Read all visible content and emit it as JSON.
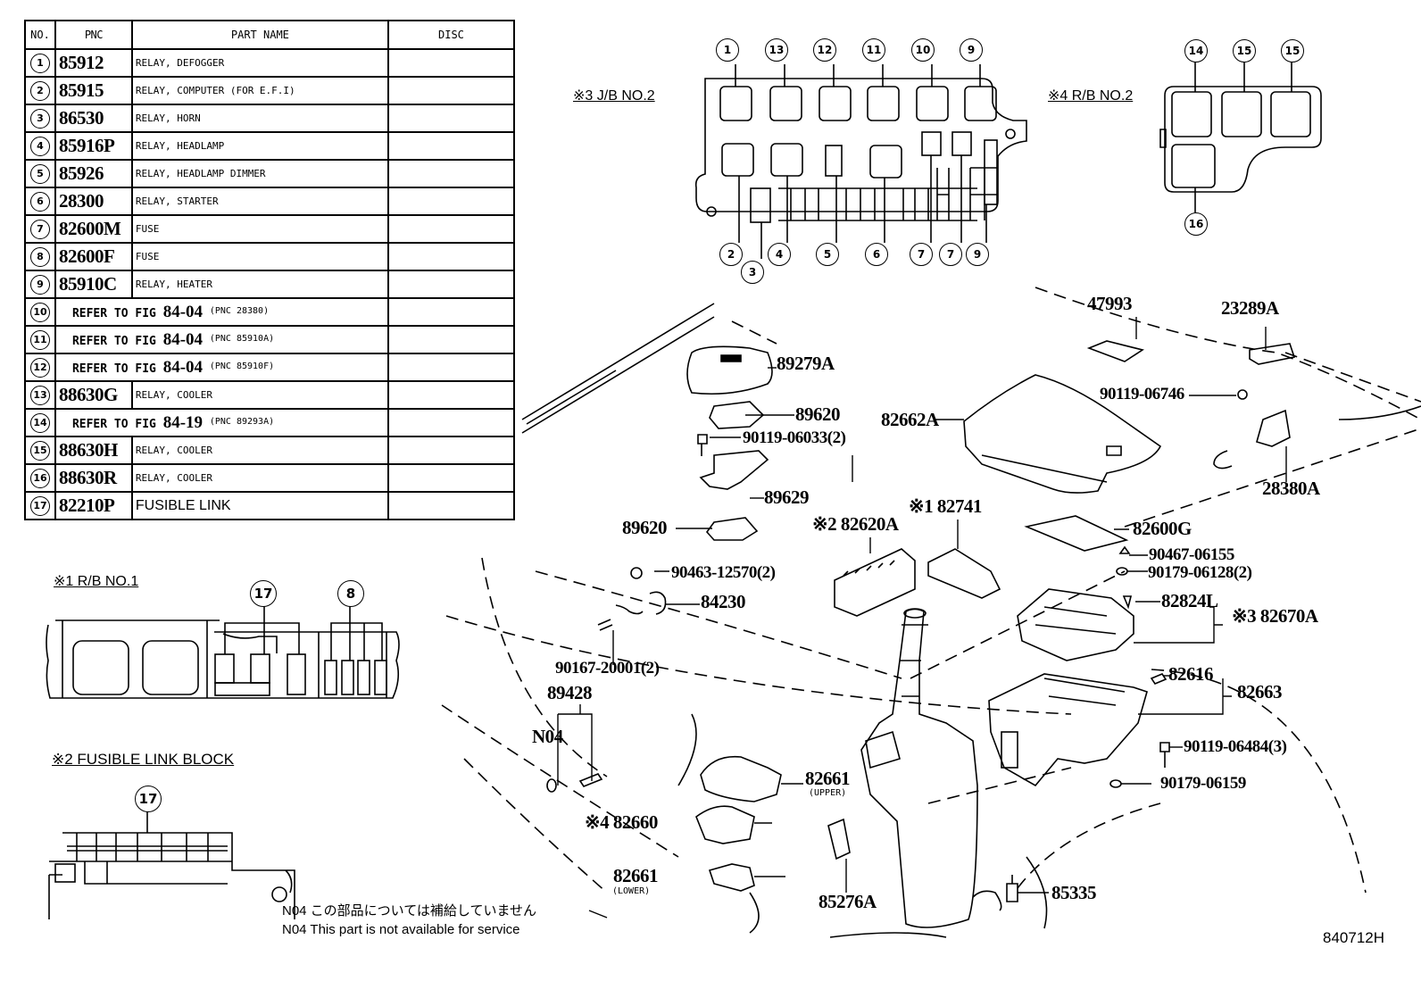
{
  "table": {
    "headers": {
      "no": "NO.",
      "pnc": "PNC",
      "part_name": "PART NAME",
      "disc": "DISC"
    },
    "rows": [
      {
        "no": "1",
        "pnc": "85912",
        "name": "RELAY, DEFOGGER",
        "disc": ""
      },
      {
        "no": "2",
        "pnc": "85915",
        "name": "RELAY, COMPUTER (FOR E.F.I)",
        "disc": ""
      },
      {
        "no": "3",
        "pnc": "86530",
        "name": "RELAY, HORN",
        "disc": ""
      },
      {
        "no": "4",
        "pnc": "85916P",
        "name": "RELAY, HEADLAMP",
        "disc": ""
      },
      {
        "no": "5",
        "pnc": "85926",
        "name": "RELAY, HEADLAMP DIMMER",
        "disc": ""
      },
      {
        "no": "6",
        "pnc": "28300",
        "name": "RELAY, STARTER",
        "disc": ""
      },
      {
        "no": "7",
        "pnc": "82600M",
        "name": "FUSE",
        "disc": ""
      },
      {
        "no": "8",
        "pnc": "82600F",
        "name": "FUSE",
        "disc": ""
      },
      {
        "no": "9",
        "pnc": "85910C",
        "name": "RELAY, HEATER",
        "disc": ""
      },
      {
        "no": "10",
        "refer": "REFER TO FIG",
        "fig": "84-04",
        "ref_pnc": "(PNC 28380)",
        "disc": ""
      },
      {
        "no": "11",
        "refer": "REFER TO FIG",
        "fig": "84-04",
        "ref_pnc": "(PNC 85910A)",
        "disc": ""
      },
      {
        "no": "12",
        "refer": "REFER TO FIG",
        "fig": "84-04",
        "ref_pnc": "(PNC 85910F)",
        "disc": ""
      },
      {
        "no": "13",
        "pnc": "88630G",
        "name": "RELAY, COOLER",
        "disc": ""
      },
      {
        "no": "14",
        "refer": "REFER TO FIG",
        "fig": "84-19",
        "ref_pnc": "(PNC 89293A)",
        "disc": ""
      },
      {
        "no": "15",
        "pnc": "88630H",
        "name": "RELAY, COOLER",
        "disc": ""
      },
      {
        "no": "16",
        "pnc": "88630R",
        "name": "RELAY, COOLER",
        "disc": ""
      },
      {
        "no": "17",
        "pnc": "82210P",
        "name": "FUSIBLE LINK",
        "disc": ""
      }
    ]
  },
  "sections": {
    "jb2": "※3 J/B NO.2",
    "rb2": "※4 R/B NO.2",
    "rb1": "※1 R/B NO.1",
    "fusible_block": "※2 FUSIBLE LINK BLOCK"
  },
  "callouts": {
    "jb2_top": [
      "1",
      "13",
      "12",
      "11",
      "10",
      "9"
    ],
    "jb2_bottom": [
      "2",
      "3",
      "4",
      "5",
      "6",
      "7",
      "7",
      "9"
    ],
    "rb2": [
      "14",
      "15",
      "15",
      "16"
    ],
    "rb1": [
      "17",
      "8"
    ],
    "fusible_block": [
      "17"
    ]
  },
  "part_labels": {
    "p47993": "47993",
    "p23289A": "23289A",
    "p89279A": "89279A",
    "p89620a": "89620",
    "p90119_06033": "90119-06033(2)",
    "p82662A": "82662A",
    "p90119_06746": "90119-06746",
    "p28380A": "28380A",
    "p89629": "89629",
    "p89620b": "89620",
    "p82620A": "※2 82620A",
    "p82741": "※1 82741",
    "p82600G": "82600G",
    "p90467_06155": "90467-06155",
    "p90179_06128": "90179-06128(2)",
    "p90463_12570": "90463-12570(2)",
    "p84230": "84230",
    "p82824L": "82824L",
    "p82670A": "※3 82670A",
    "p90167_20001": "90167-20001(2)",
    "p89428": "89428",
    "pN04": "N04",
    "p82616": "82616",
    "p82663": "82663",
    "p90119_06484": "90119-06484(3)",
    "p82661u": "82661",
    "p82661u_sub": "(UPPER)",
    "p90179_06159": "90179-06159",
    "p82660": "※4 82660",
    "p82661l": "82661",
    "p82661l_sub": "(LOWER)",
    "p85276A": "85276A",
    "p85335": "85335"
  },
  "notes": {
    "jp": "N04 この部品については補給していません",
    "en": "N04 This part is not available for service"
  },
  "figure_ref": "840712H"
}
